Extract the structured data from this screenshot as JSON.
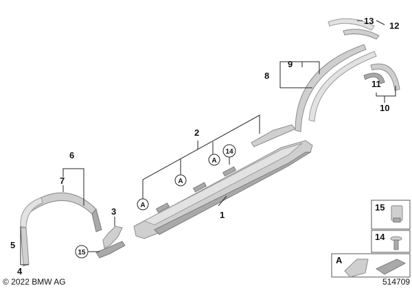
{
  "copyright": "© 2022 BMW AG",
  "diagram_id": "514709",
  "callouts": {
    "n1": "1",
    "n2": "2",
    "n3": "3",
    "n4": "4",
    "n5": "5",
    "n6": "6",
    "n7": "7",
    "n8": "8",
    "n9": "9",
    "n10": "10",
    "n11": "11",
    "n12": "12",
    "n13": "13"
  },
  "circled": {
    "a1": "A",
    "a2": "A",
    "a3": "A",
    "c14": "14",
    "c15": "15"
  },
  "legend": {
    "item15": "15",
    "item14": "14",
    "itemA": "A"
  }
}
